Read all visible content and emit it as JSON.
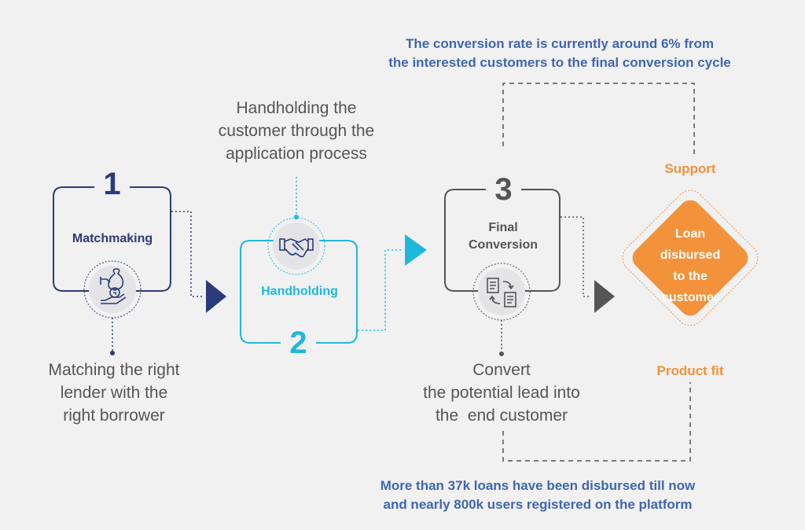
{
  "top_note": {
    "line1": "The conversion rate is currently around 6% from",
    "line2": "the interested customers to the final conversion cycle"
  },
  "bottom_note": {
    "line1": "More than 37k loans have been disbursed till now",
    "line2": "and nearly 800k users registered on the platform"
  },
  "steps": [
    {
      "number": "1",
      "label": "Matchmaking",
      "icon": "hand-money-bag-icon",
      "desc_line1": "Matching the right",
      "desc_line2": "lender with the",
      "desc_line3": "right borrower",
      "color": "#2b3a7a"
    },
    {
      "number": "2",
      "label": "Handholding",
      "icon": "handshake-icon",
      "desc_line1": "Handholding the",
      "desc_line2": "customer through the",
      "desc_line3": "application process",
      "color": "#1fb8dc"
    },
    {
      "number": "3",
      "label_line1": "Final",
      "label_line2": "Conversion",
      "icon": "document-exchange-icon",
      "desc_line1": "Convert",
      "desc_line2": "the potential lead into",
      "desc_line3": "the  end customer",
      "color": "#555555"
    }
  ],
  "final": {
    "line1": "Loan",
    "line2": "disbursed",
    "line3": "to the",
    "line4": "customer",
    "top_label": "Support",
    "bottom_label": "Product fit",
    "color": "#f3923a"
  }
}
